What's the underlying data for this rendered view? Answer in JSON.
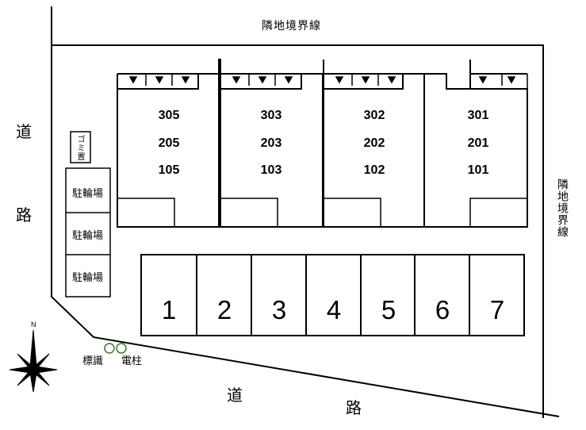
{
  "labels": {
    "neighbor_boundary_top": "隣地境界線",
    "neighbor_boundary_right": "隣地境界線",
    "road_left_1": "道",
    "road_left_2": "路",
    "road_bottom_1": "道",
    "road_bottom_2": "路",
    "trash_area": "ゴミ置",
    "sign": "標識",
    "utility_pole": "電柱",
    "compass_north": "N"
  },
  "bicycle_parking": [
    "駐輪場",
    "駐輪場",
    "駐輪場"
  ],
  "buildings": [
    {
      "units": [
        "305",
        "205",
        "105"
      ]
    },
    {
      "units": [
        "303",
        "203",
        "103"
      ]
    },
    {
      "units": [
        "302",
        "202",
        "102"
      ]
    },
    {
      "units": [
        "301",
        "201",
        "101"
      ]
    }
  ],
  "parking_spaces": [
    "1",
    "2",
    "3",
    "4",
    "5",
    "6",
    "7"
  ]
}
